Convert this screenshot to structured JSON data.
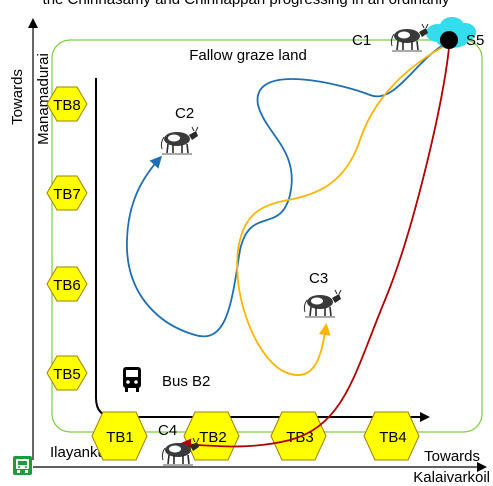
{
  "caption_partial": "the Chinnasamy and Chinnappan progressing in an ordinarily",
  "region_label": "Fallow graze land",
  "towards_top": "Towards",
  "manamadurai": "Manamadurai",
  "towards_right": "Towards",
  "kalaivarkoil": "Kalaivarkoil",
  "ilayankudi": "Ilayankudi",
  "bus_label": "Bus B2",
  "cattle": {
    "c1": "C1",
    "c2": "C2",
    "c3": "C3",
    "c4": "C4"
  },
  "sink_label": "S5",
  "tank_bunds": [
    "TB8",
    "TB7",
    "TB6",
    "TB5",
    "TB1",
    "TB2",
    "TB3",
    "TB4"
  ],
  "colors": {
    "hexagon_fill": "#ffff00",
    "hexagon_stroke": "#a08000",
    "region_border": "#7ccd40",
    "path_blue": "#1f6fb2",
    "path_orange": "#ffb400",
    "path_red": "#b00000",
    "sink_cloud": "#33ddee",
    "bus_stop": "#1a9e3a"
  },
  "icons": [
    "cow-icon",
    "bus-icon",
    "bus-stop-icon"
  ]
}
